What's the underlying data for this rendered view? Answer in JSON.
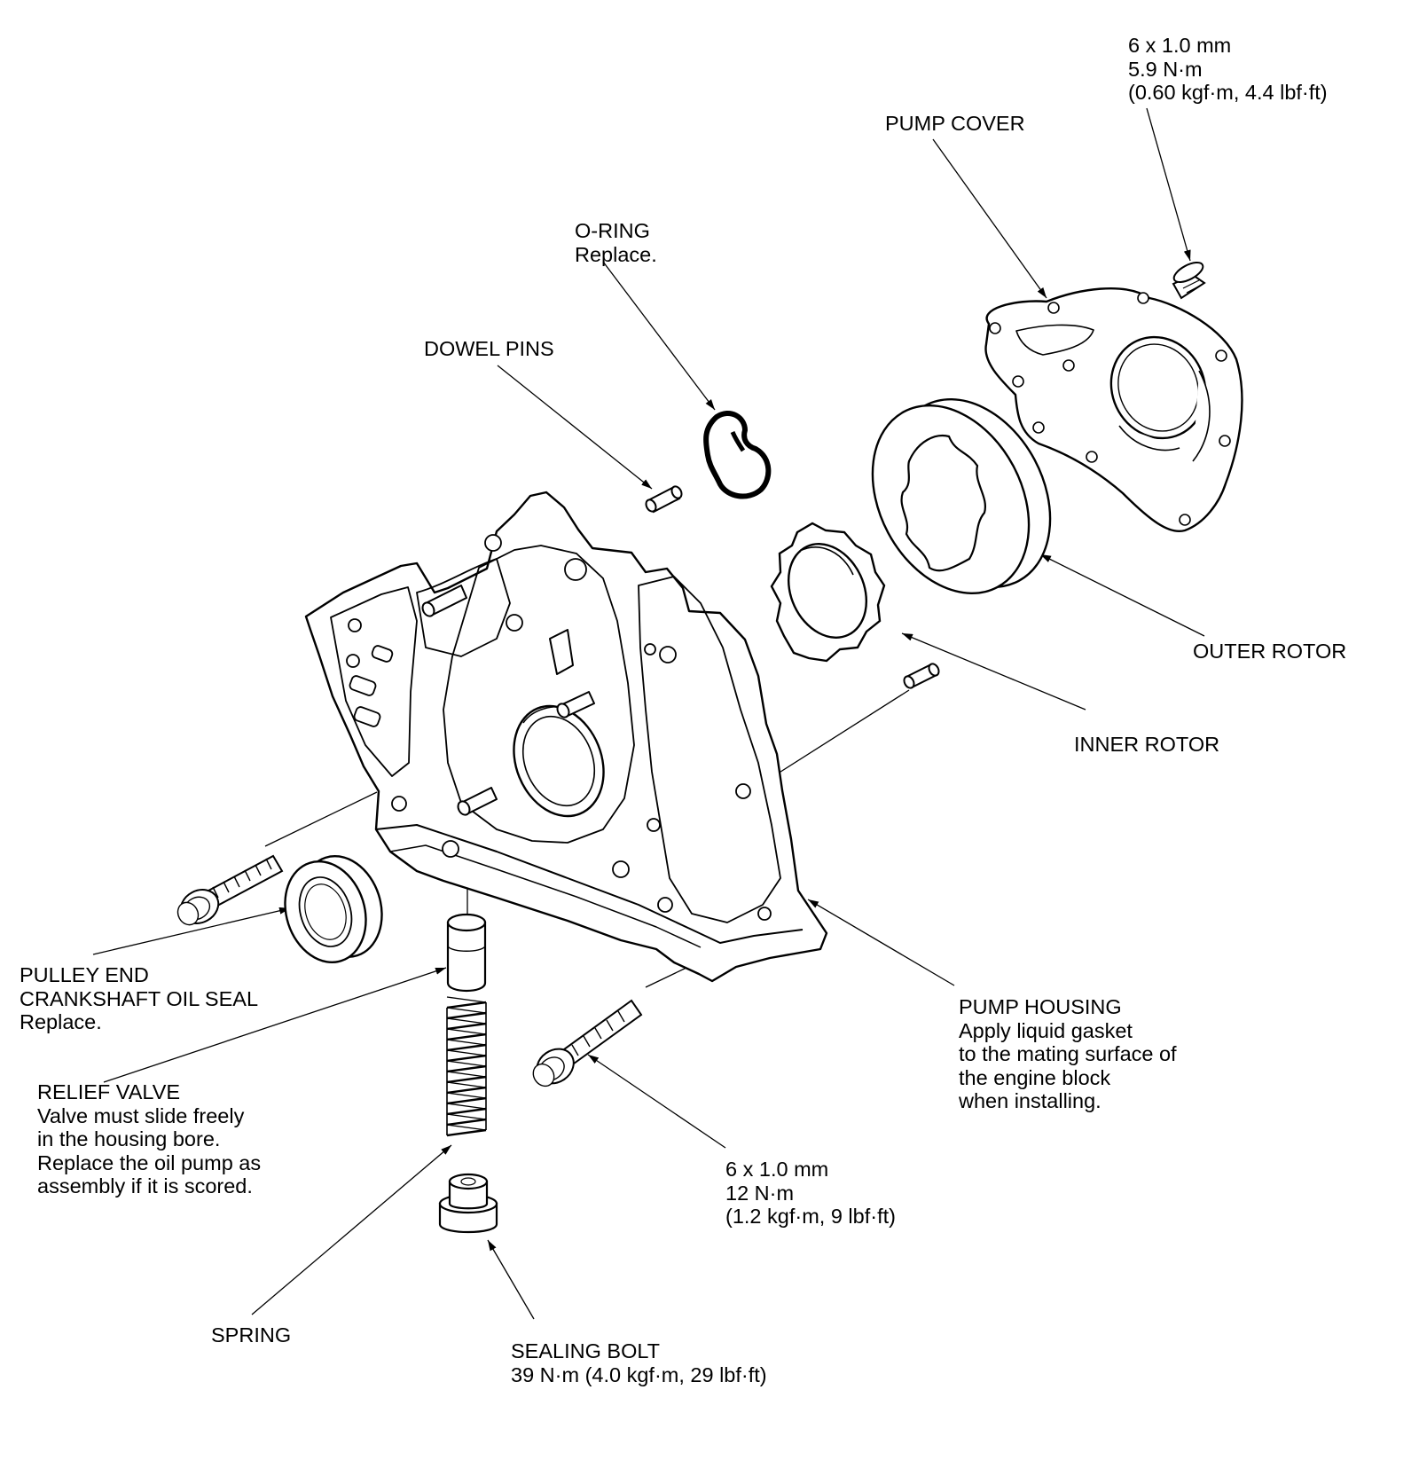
{
  "colors": {
    "ink": "#000000",
    "paper": "#ffffff"
  },
  "callouts": {
    "cover_bolt": {
      "lines": [
        "6 x 1.0 mm",
        "5.9 N·m",
        "(0.60 kgf·m, 4.4 lbf·ft)"
      ]
    },
    "pump_cover": {
      "lines": [
        "PUMP COVER"
      ]
    },
    "o_ring": {
      "lines": [
        "O-RING",
        "Replace."
      ]
    },
    "dowel_pins": {
      "lines": [
        "DOWEL PINS"
      ]
    },
    "outer_rotor": {
      "lines": [
        "OUTER ROTOR"
      ]
    },
    "inner_rotor": {
      "lines": [
        "INNER ROTOR"
      ]
    },
    "oil_seal": {
      "lines": [
        "PULLEY END",
        "CRANKSHAFT OIL SEAL",
        "Replace."
      ]
    },
    "pump_housing": {
      "lines": [
        "PUMP HOUSING",
        "Apply liquid gasket",
        "to the mating surface of",
        "the engine block",
        "when installing."
      ]
    },
    "relief_valve": {
      "lines": [
        "RELIEF VALVE",
        "Valve must slide freely",
        "in the housing bore.",
        "Replace the oil pump as",
        "assembly if it is scored."
      ]
    },
    "housing_bolt": {
      "lines": [
        "6 x 1.0 mm",
        "12 N·m",
        "(1.2 kgf·m, 9 lbf·ft)"
      ]
    },
    "spring": {
      "lines": [
        "SPRING"
      ]
    },
    "sealing_bolt": {
      "lines": [
        "SEALING BOLT",
        "39 N·m (4.0 kgf·m, 29 lbf·ft)"
      ]
    }
  }
}
